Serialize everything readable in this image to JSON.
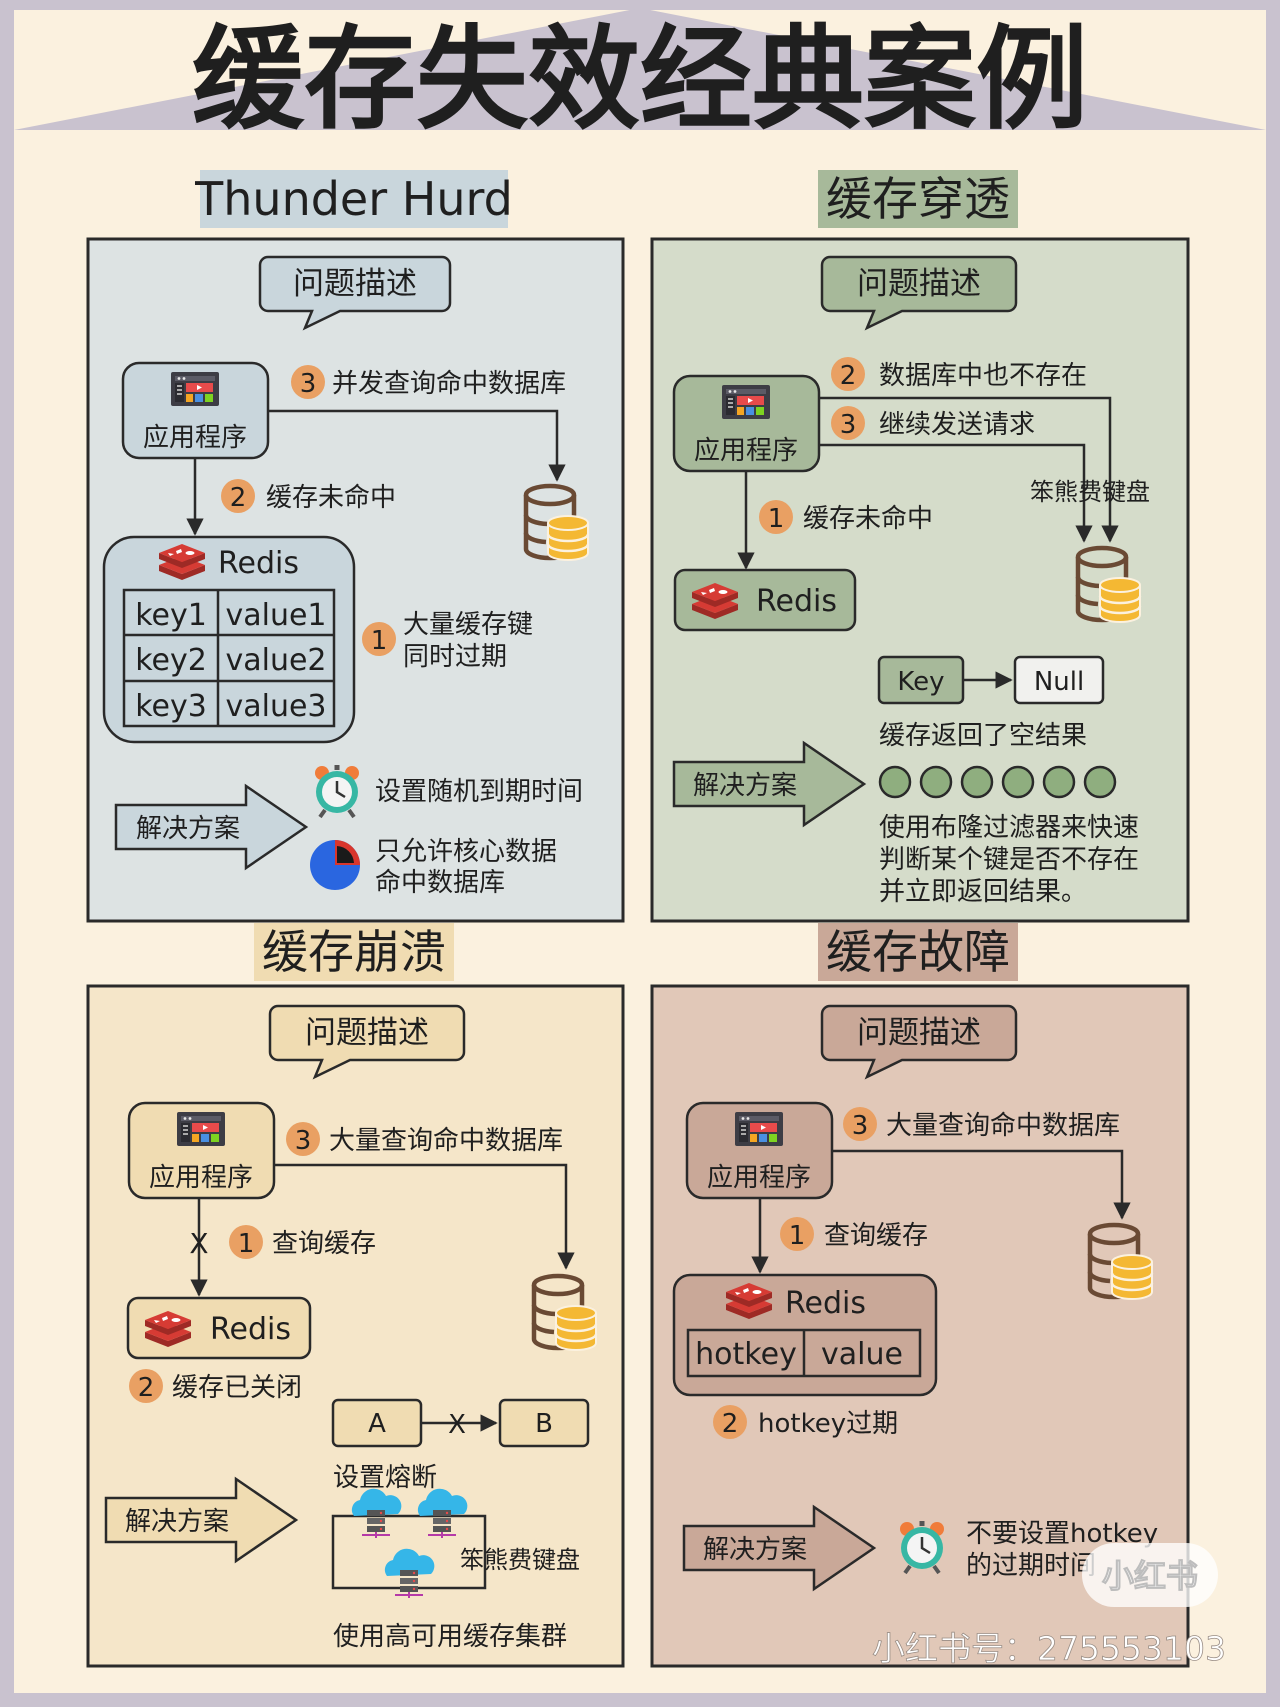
{
  "title": "缓存失效经典案例",
  "watermark": {
    "logo": "小红书",
    "account": "小红书号：275553103"
  },
  "colors": {
    "page_bg": "#fbf1df",
    "frame": "#c9c2cf",
    "badge": "#e9a063",
    "q1_bg": "#dde3e3",
    "q1_accent": "#c9d6dc",
    "q2_bg": "#d5dcca",
    "q2_accent": "#a7b99a",
    "q3_bg": "#f5e6c9",
    "q3_accent": "#f0dcb2",
    "q4_bg": "#e1c8b8",
    "q4_accent": "#c9a898",
    "redis_red": "#d63b34",
    "db_brown": "#6a4a34",
    "db_yellow": "#f4b833",
    "bloom_green": "#8fae7f",
    "clock_green": "#37b7a4",
    "pie_blue": "#2a66e0",
    "pie_red": "#d8362c"
  },
  "q1": {
    "heading": "Thunder Hurd",
    "problem_label": "问题描述",
    "app_label": "应用程序",
    "step3": {
      "num": "3",
      "text": "并发查询命中数据库"
    },
    "step2": {
      "num": "2",
      "text": "缓存未命中"
    },
    "redis_label": "Redis",
    "table": [
      [
        "key1",
        "value1"
      ],
      [
        "key2",
        "value2"
      ],
      [
        "key3",
        "value3"
      ]
    ],
    "step1": {
      "num": "1",
      "line1": "大量缓存键",
      "line2": "同时过期"
    },
    "solution_label": "解决方案",
    "sol1": "设置随机到期时间",
    "sol2_line1": "只允许核心数据",
    "sol2_line2": "命中数据库",
    "icons": [
      "app-window-icon",
      "redis-icon",
      "database-icon",
      "alarm-clock-icon",
      "pie-chart-icon"
    ]
  },
  "q2": {
    "heading": "缓存穿透",
    "problem_label": "问题描述",
    "app_label": "应用程序",
    "step2": {
      "num": "2",
      "text": "数据库中也不存在"
    },
    "step3": {
      "num": "3",
      "text": "继续发送请求"
    },
    "step1": {
      "num": "1",
      "text": "缓存未命中"
    },
    "db_caption": "笨熊费键盘",
    "redis_label": "Redis",
    "key_label": "Key",
    "null_label": "Null",
    "cache_result": "缓存返回了空结果",
    "solution_label": "解决方案",
    "bloom_count": 6,
    "sol_line1": "使用布隆过滤器来快速",
    "sol_line2": "判断某个键是否不存在",
    "sol_line3": "并立即返回结果。"
  },
  "q3": {
    "heading": "缓存崩溃",
    "problem_label": "问题描述",
    "app_label": "应用程序",
    "step3": {
      "num": "3",
      "text": "大量查询命中数据库"
    },
    "step1": {
      "num": "1",
      "text": "查询缓存"
    },
    "x_mark": "X",
    "redis_label": "Redis",
    "step2": {
      "num": "2",
      "text": "缓存已关闭"
    },
    "a_label": "A",
    "b_label": "B",
    "breaker": "设置熔断",
    "solution_label": "解决方案",
    "cluster_caption": "笨熊费键盘",
    "cluster_text": "使用高可用缓存集群"
  },
  "q4": {
    "heading": "缓存故障",
    "problem_label": "问题描述",
    "app_label": "应用程序",
    "step3": {
      "num": "3",
      "text": "大量查询命中数据库"
    },
    "step1": {
      "num": "1",
      "text": "查询缓存"
    },
    "redis_label": "Redis",
    "hotkey": "hotkey",
    "value": "value",
    "step2": {
      "num": "2",
      "text": "hotkey过期"
    },
    "solution_label": "解决方案",
    "sol_line1": "不要设置hotkey",
    "sol_line2": "的过期时间"
  }
}
